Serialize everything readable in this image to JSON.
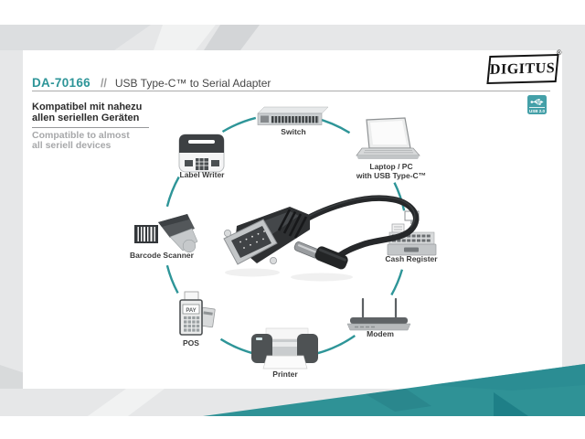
{
  "brand": {
    "name": "DIGITUS",
    "registered": "®"
  },
  "header": {
    "model": "DA-70166",
    "separator": "//",
    "title": "USB Type-C™ to Serial Adapter"
  },
  "usb_badge": {
    "label": "USB 2.0"
  },
  "claim": {
    "de": [
      "Kompatibel mit nahezu",
      "allen seriellen Geräten"
    ],
    "en": [
      "Compatible to almost",
      "all seriell devices"
    ]
  },
  "colors": {
    "accent_teal": "#2E9598",
    "badge_teal": "#44A0A8",
    "corner_wedge_teal": "#2F9296"
  },
  "diagram": {
    "devices": [
      {
        "id": "switch",
        "label": "Switch"
      },
      {
        "id": "laptop-pc",
        "label": "Laptop / PC",
        "sublabel": "with USB Type-C™"
      },
      {
        "id": "cash-register",
        "label": "Cash Register"
      },
      {
        "id": "modem",
        "label": "Modem"
      },
      {
        "id": "printer",
        "label": "Printer"
      },
      {
        "id": "pos",
        "label": "POS",
        "display_text": "PAY"
      },
      {
        "id": "barcode-scanner",
        "label": "Barcode Scanner"
      },
      {
        "id": "label-writer",
        "label": "Label Writer"
      }
    ]
  }
}
